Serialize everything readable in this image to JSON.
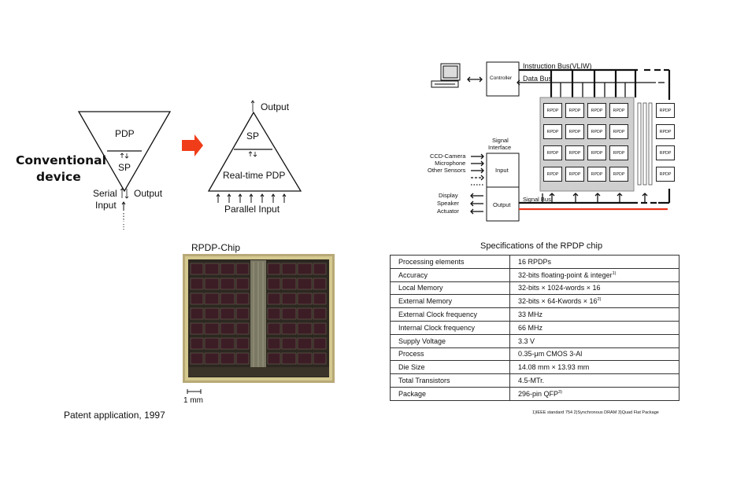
{
  "left_diagram": {
    "heading_line1": "Conventional",
    "heading_line2": "device",
    "inverted_top": "PDP",
    "inverted_bottom": "SP",
    "serial_input_1": "Serial",
    "serial_input_2": "Input",
    "output_left": "Output",
    "upright_top": "SP",
    "upright_bottom": "Real-time PDP",
    "output_right": "Output",
    "parallel_input": "Parallel Input"
  },
  "chip_photo": {
    "title": "RPDP-Chip",
    "scale": "1 mm",
    "caption": "Patent application, 1997"
  },
  "architecture": {
    "controller": "Controller",
    "instruction_bus": "Instruction Bus(VLIW)",
    "data_bus": "Data Bus",
    "signal_interface_1": "Signal",
    "signal_interface_2": "Interface",
    "input_box": "Input",
    "output_box": "Output",
    "signal_bus": "Signal Bus",
    "inputs": [
      "CCD-Camera",
      "Microphone",
      "Other Sensors"
    ],
    "outputs": [
      "Display",
      "Speaker",
      "Actuator"
    ],
    "pe_label": "RPDP",
    "accent_color": "#e8341c"
  },
  "specs": {
    "title": "Specifications of the RPDP chip",
    "rows": [
      {
        "key": "Processing elements",
        "value": "16 RPDPs",
        "note": ""
      },
      {
        "key": "Accuracy",
        "value": "32-bits floating-point & integer",
        "note": "1)"
      },
      {
        "key": "Local Memory",
        "value": "32-bits × 1024-words × 16",
        "note": ""
      },
      {
        "key": "External Memory",
        "value": "32-bits × 64-Kwords × 16",
        "note": "2)"
      },
      {
        "key": "External Clock frequency",
        "value": "33 MHz",
        "note": ""
      },
      {
        "key": "Internal Clock frequency",
        "value": "66 MHz",
        "note": ""
      },
      {
        "key": "Supply Voltage",
        "value": "3.3 V",
        "note": ""
      },
      {
        "key": "Process",
        "value": "0.35-μm CMOS 3-Al",
        "note": ""
      },
      {
        "key": "Die Size",
        "value": "14.08 mm × 13.93 mm",
        "note": ""
      },
      {
        "key": "Total Transistors",
        "value": "4.5-MTr.",
        "note": ""
      },
      {
        "key": "Package",
        "value": "296-pin QFP",
        "note": "3)"
      }
    ],
    "footnote": "1)IEEE standard 754   2)Synchronous DRAM   3)Quad Flat Package"
  }
}
